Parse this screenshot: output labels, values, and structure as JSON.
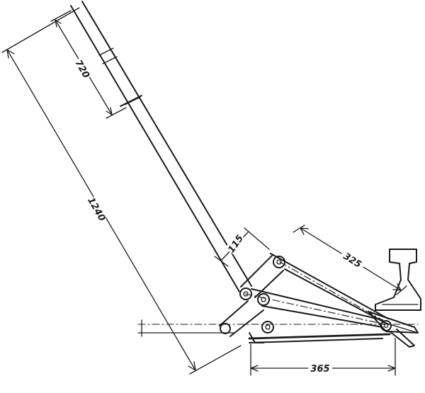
{
  "dimensions": {
    "overall_length": "1240",
    "upper_section": "720",
    "short_link": "115",
    "long_link": "325",
    "base_length": "365"
  }
}
